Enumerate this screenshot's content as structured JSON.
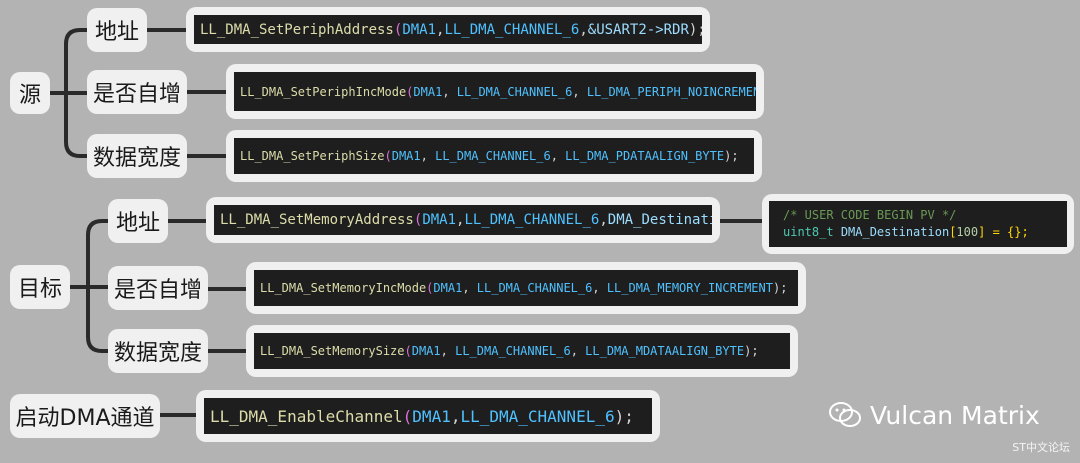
{
  "source": {
    "label": "源",
    "address": {
      "label": "地址",
      "code": {
        "fn": "LL_DMA_SetPeriphAddress",
        "arg1": "DMA1",
        "arg2": "LL_DMA_CHANNEL_6",
        "arg3": "&USART2->RDR",
        "tail": ");"
      }
    },
    "increment": {
      "label": "是否自增",
      "code": {
        "fn": "LL_DMA_SetPeriphIncMode",
        "arg1": "DMA1",
        "arg2": "LL_DMA_CHANNEL_6",
        "arg3": "LL_DMA_PERIPH_NOINCREMENT",
        "tail": ");"
      }
    },
    "width": {
      "label": "数据宽度",
      "code": {
        "fn": "LL_DMA_SetPeriphSize",
        "arg1": "DMA1",
        "arg2": "LL_DMA_CHANNEL_6",
        "arg3": "LL_DMA_PDATAALIGN_BYTE",
        "tail": ");"
      }
    }
  },
  "destination": {
    "label": "目标",
    "address": {
      "label": "地址",
      "code": {
        "fn": "LL_DMA_SetMemoryAddress",
        "arg1": "DMA1",
        "arg2": "LL_DMA_CHANNEL_6",
        "arg3": "DMA_Destination",
        "tail": ");"
      },
      "buffer": {
        "comment": "/* USER CODE BEGIN PV */",
        "type": "uint8_t",
        "name": "DMA_Destination",
        "size": "100",
        "init": "= {};"
      }
    },
    "increment": {
      "label": "是否自增",
      "code": {
        "fn": "LL_DMA_SetMemoryIncMode",
        "arg1": "DMA1",
        "arg2": "LL_DMA_CHANNEL_6",
        "arg3": "LL_DMA_MEMORY_INCREMENT",
        "tail": ");"
      }
    },
    "width": {
      "label": "数据宽度",
      "code": {
        "fn": "LL_DMA_SetMemorySize",
        "arg1": "DMA1",
        "arg2": "LL_DMA_CHANNEL_6",
        "arg3": "LL_DMA_MDATAALIGN_BYTE",
        "tail": ");"
      }
    }
  },
  "enable": {
    "label": "启动DMA通道",
    "code": {
      "fn": "LL_DMA_EnableChannel",
      "arg1": "DMA1",
      "arg2": "LL_DMA_CHANNEL_6",
      "tail": ");"
    }
  },
  "watermark": {
    "text": "Vulcan Matrix",
    "icon": "wechat-icon",
    "sub": "ST中文论坛"
  }
}
